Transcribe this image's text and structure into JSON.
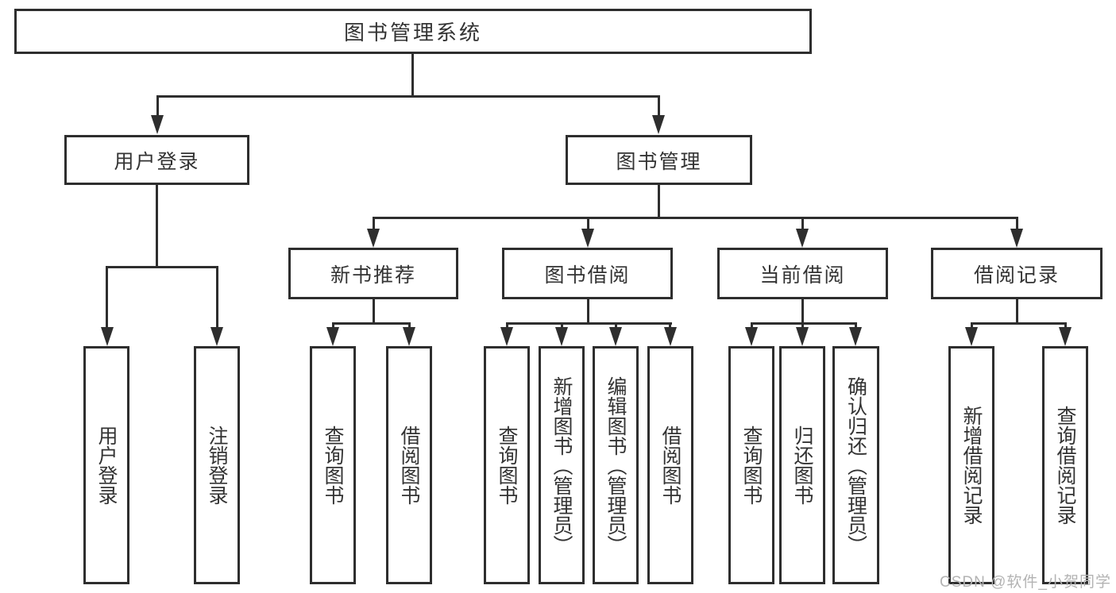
{
  "colors": {
    "line": "#2e2e2e",
    "text": "#333333",
    "watermark": "#b3b3b3"
  },
  "tree": {
    "root": {
      "label": "图书管理系统"
    },
    "branches": [
      {
        "label": "用户登录",
        "children": [
          {
            "label": "用户登录"
          },
          {
            "label": "注销登录"
          }
        ]
      },
      {
        "label": "图书管理",
        "groups": [
          {
            "label": "新书推荐",
            "children": [
              {
                "label": "查询图书"
              },
              {
                "label": "借阅图书"
              }
            ]
          },
          {
            "label": "图书借阅",
            "children": [
              {
                "label": "查询图书"
              },
              {
                "label": "新增图书（管理员）"
              },
              {
                "label": "编辑图书（管理员）"
              },
              {
                "label": "借阅图书"
              }
            ]
          },
          {
            "label": "当前借阅",
            "children": [
              {
                "label": "查询图书"
              },
              {
                "label": "归还图书"
              },
              {
                "label": "确认归还（管理员）"
              }
            ]
          },
          {
            "label": "借阅记录",
            "children": [
              {
                "label": "新增借阅记录"
              },
              {
                "label": "查询借阅记录"
              }
            ]
          }
        ]
      }
    ]
  },
  "watermark": {
    "text": "CSDN @软件_小贺同学"
  }
}
